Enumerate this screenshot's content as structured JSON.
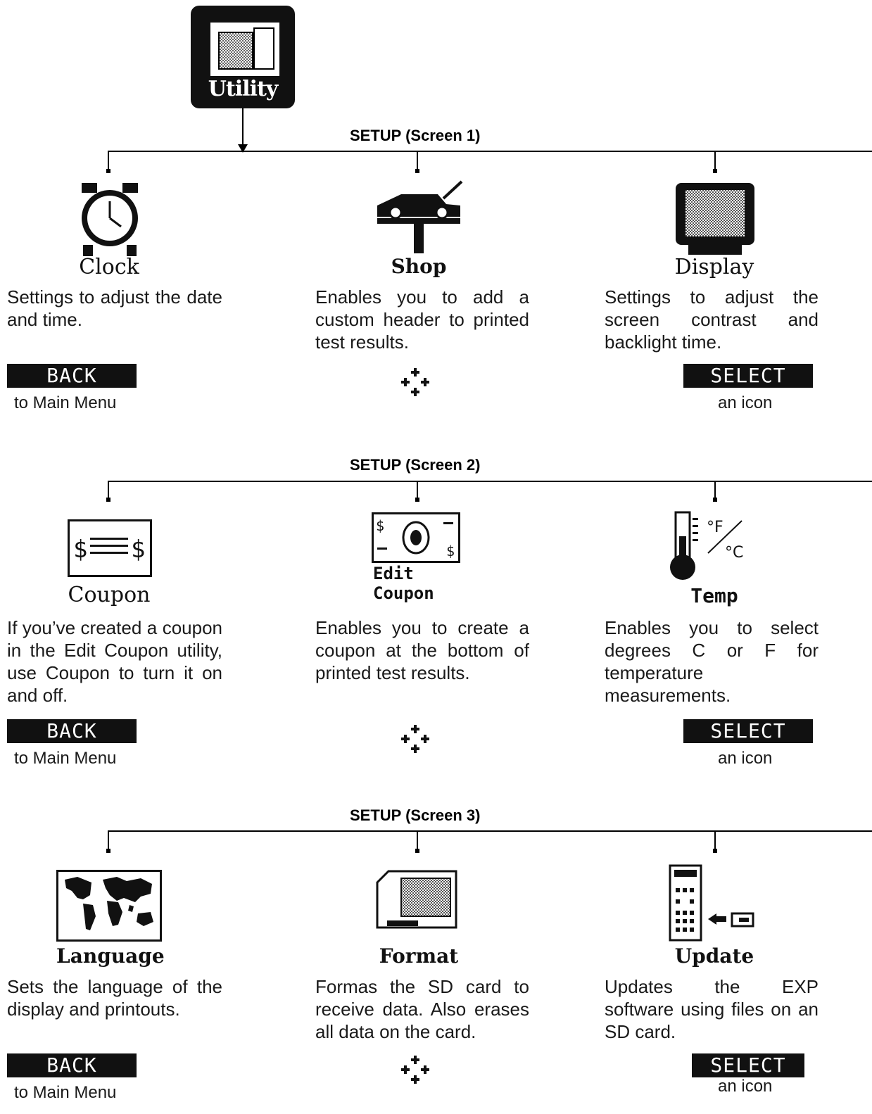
{
  "utility": {
    "label": "Utility"
  },
  "screens": [
    {
      "title": "SETUP (Screen 1)",
      "items": [
        {
          "label": "Clock",
          "desc": "Settings to adjust the date and time."
        },
        {
          "label": "Shop",
          "desc": "Enables you to add a custom header to printed test results."
        },
        {
          "label": "Display",
          "desc": "Settings to adjust the screen contrast and backlight time."
        }
      ],
      "back": {
        "label": "BACK",
        "caption": "to Main Menu"
      },
      "select": {
        "label": "SELECT",
        "caption": "an icon"
      }
    },
    {
      "title": "SETUP (Screen 2)",
      "items": [
        {
          "label": "Coupon",
          "desc": "If you’ve created a coupon in the Edit Coupon utility, use Coupon to turn it on and off."
        },
        {
          "label": "Edit Coupon",
          "label1": "Edit",
          "label2": "Coupon",
          "desc": "Enables you to create a coupon at the bottom of printed test results."
        },
        {
          "label": "Temp",
          "desc": "Enables you to select degrees C or F for temperature measurements."
        }
      ],
      "back": {
        "label": "BACK",
        "caption": "to Main Menu"
      },
      "select": {
        "label": "SELECT",
        "caption": "an icon"
      }
    },
    {
      "title": "SETUP (Screen 3)",
      "items": [
        {
          "label": "Language",
          "desc": "Sets the language of the display and printouts."
        },
        {
          "label": "Format",
          "desc": "Formas the SD card to receive data. Also erases all data on the card."
        },
        {
          "label": "Update",
          "desc": "Updates the EXP software using files on an SD card."
        }
      ],
      "back": {
        "label": "BACK",
        "caption": "to Main Menu"
      },
      "select": {
        "label": "SELECT",
        "caption": "an icon"
      }
    }
  ]
}
